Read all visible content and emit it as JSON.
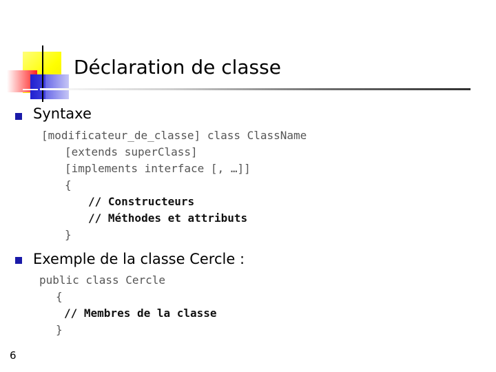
{
  "slide": {
    "title": "Déclaration de classe",
    "page_number": "6"
  },
  "sections": [
    {
      "heading": "Syntaxe",
      "code_lines": [
        "[modificateur_de_classe] class ClassName",
        "[extends superClass]",
        "[implements interface [, …]]",
        "{",
        "// Constructeurs",
        "// Méthodes et attributs",
        "}"
      ]
    },
    {
      "heading": "Exemple de la classe Cercle :",
      "code_lines": [
        "public class Cercle",
        "{",
        "// Membres de la classe",
        "}"
      ]
    }
  ],
  "colors": {
    "bullet": "#1a1aa8",
    "code_text": "#555555",
    "code_bold": "#111111"
  }
}
